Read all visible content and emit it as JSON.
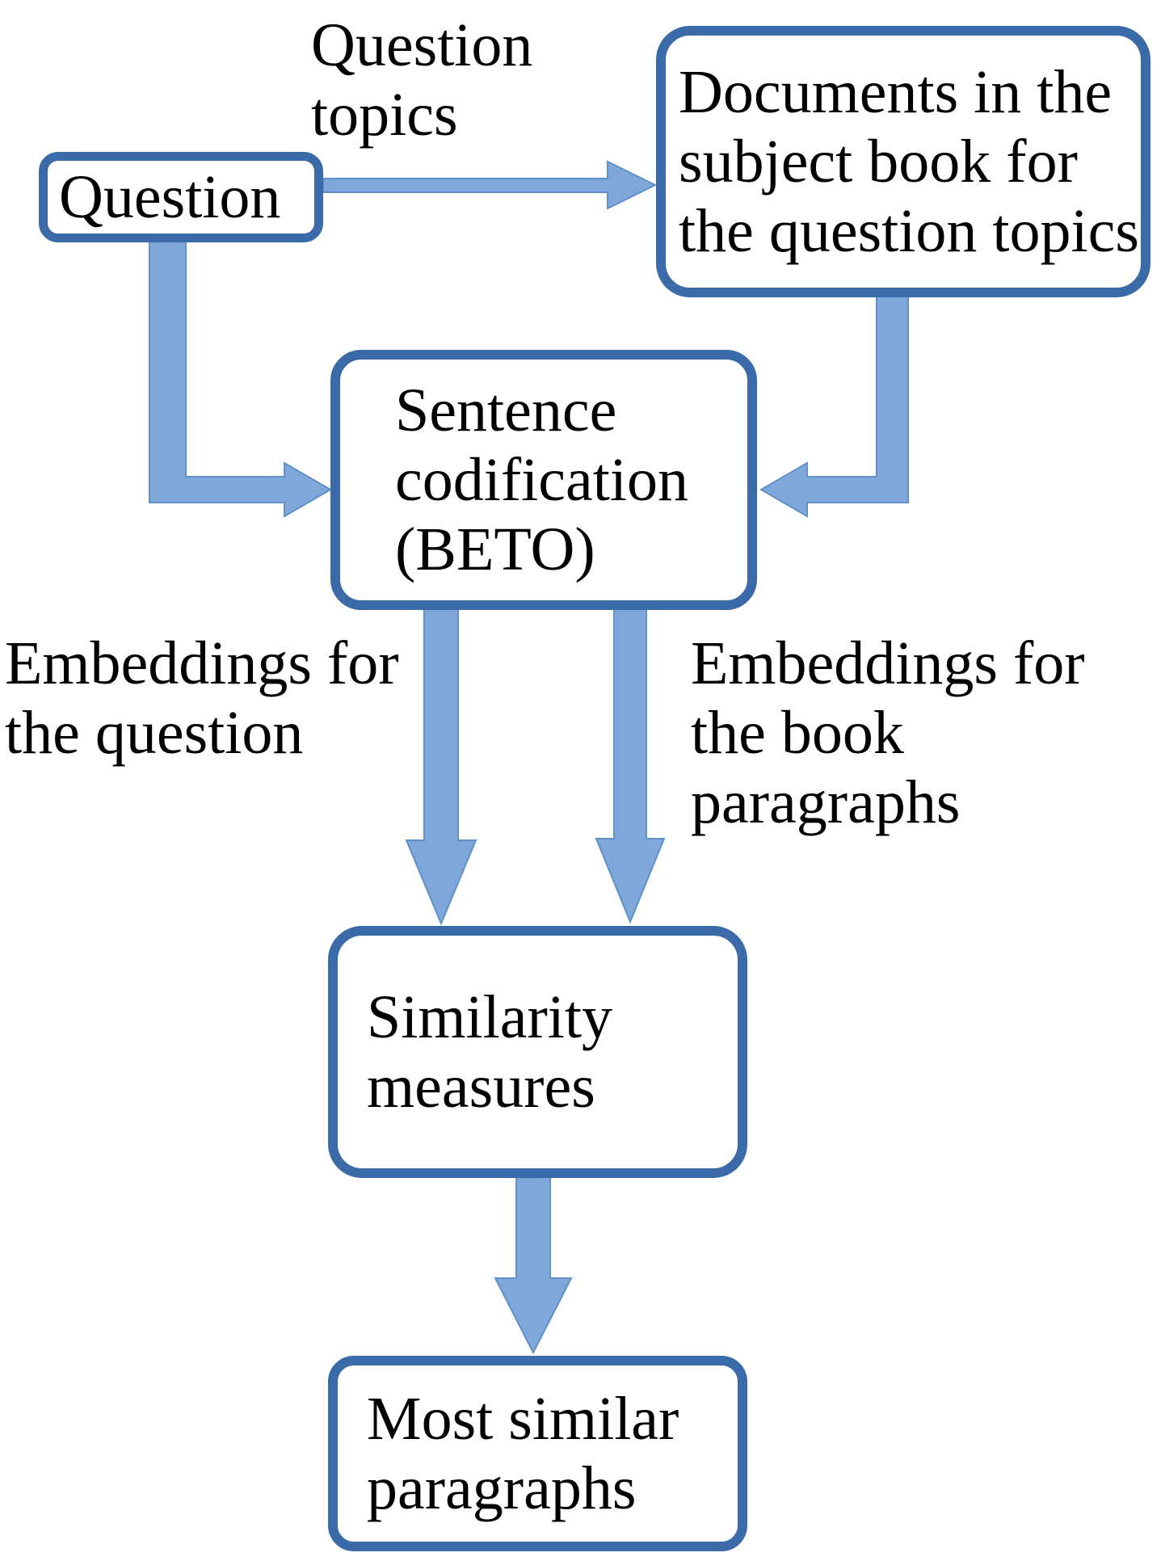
{
  "diagram": {
    "nodes": {
      "question": {
        "label": "Question"
      },
      "documents": {
        "lines": [
          "Documents in the",
          "subject book for",
          "the question topics"
        ]
      },
      "codification": {
        "lines": [
          "Sentence",
          "codification",
          "(BETO)"
        ]
      },
      "similarity": {
        "lines": [
          "Similarity",
          "measures"
        ]
      },
      "paragraphs": {
        "lines": [
          "Most similar",
          "paragraphs"
        ]
      }
    },
    "edge_labels": {
      "question_topics": {
        "lines": [
          "Question",
          "topics"
        ]
      },
      "embeddings_question": {
        "lines": [
          "Embeddings for",
          "the question"
        ]
      },
      "embeddings_book": {
        "lines": [
          "Embeddings for",
          "the book",
          "paragraphs"
        ]
      }
    },
    "edges": [
      {
        "from": "question",
        "to": "documents",
        "label": "Question topics"
      },
      {
        "from": "question",
        "to": "codification",
        "label": ""
      },
      {
        "from": "documents",
        "to": "codification",
        "label": ""
      },
      {
        "from": "codification",
        "to": "similarity",
        "label": "Embeddings for the question"
      },
      {
        "from": "codification",
        "to": "similarity",
        "label": "Embeddings for the book paragraphs"
      },
      {
        "from": "similarity",
        "to": "paragraphs",
        "label": ""
      }
    ],
    "colors": {
      "box_border": "#3A6BA8",
      "box_fill": "#FFFFFF",
      "arrow_fill": "#7FA7D9",
      "arrow_stroke": "#6090C8",
      "text": "#000000",
      "background": "#FFFFFF"
    }
  }
}
